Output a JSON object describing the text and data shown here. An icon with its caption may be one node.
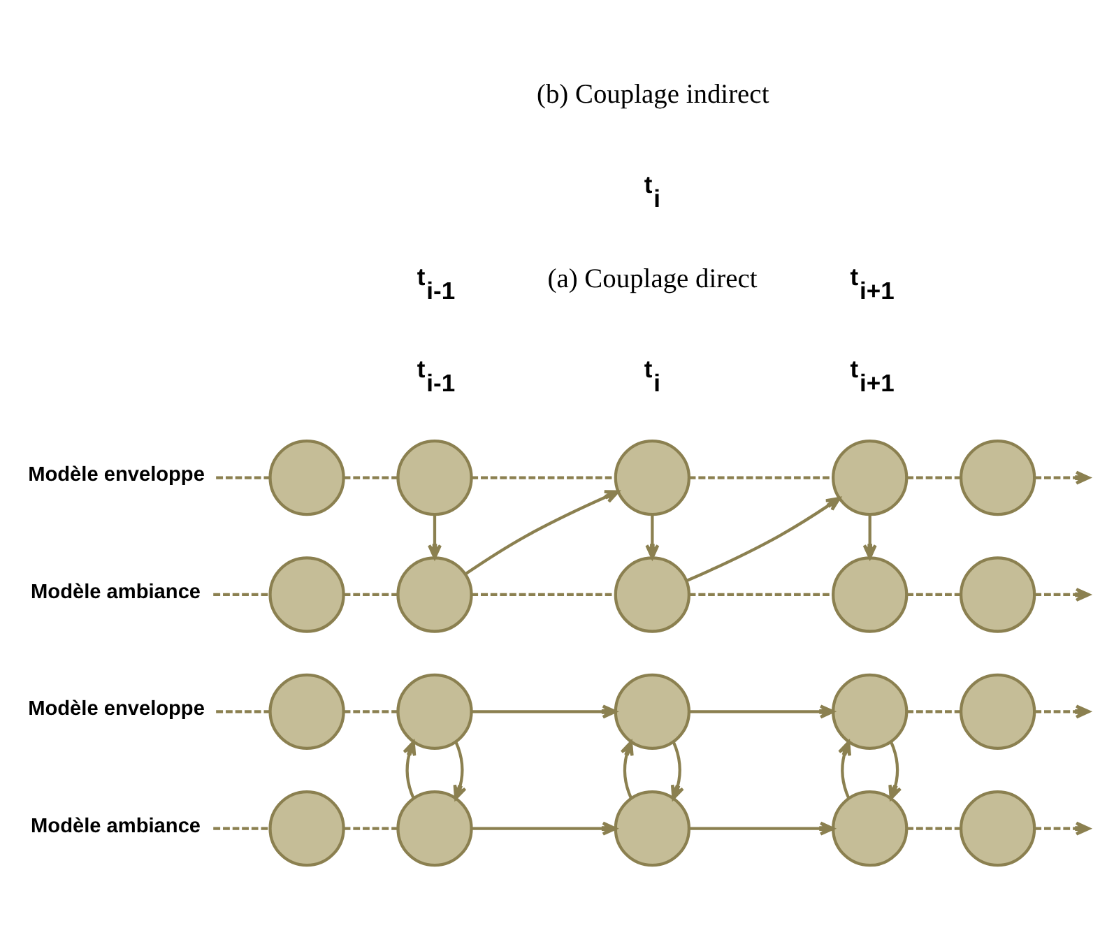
{
  "diagram": {
    "nodes": [
      {
        "text": [
          "Modèle ambiance"
        ]
      },
      {
        "text": [],
        "shape": "circle"
      },
      {
        "text": [],
        "shape": "circle"
      },
      {
        "text": [],
        "shape": "circle"
      },
      {
        "text": [],
        "shape": "circle"
      },
      {
        "text": [],
        "shape": "circle"
      },
      {
        "text": [
          "Modèle enveloppe"
        ]
      },
      {
        "text": [],
        "shape": "circle"
      },
      {
        "text": [],
        "shape": "circle"
      },
      {
        "text": [],
        "shape": "circle"
      },
      {
        "text": [],
        "shape": "circle"
      },
      {
        "text": [],
        "shape": "circle"
      },
      {
        "text": [
          "Modèle ambiance"
        ]
      },
      {
        "text": [],
        "shape": "circle"
      },
      {
        "text": [],
        "shape": "circle"
      },
      {
        "text": [],
        "shape": "circle"
      },
      {
        "text": [],
        "shape": "circle"
      },
      {
        "text": [],
        "shape": "circle"
      },
      {
        "text": [
          "Modèle enveloppe"
        ]
      },
      {
        "text": [],
        "shape": "circle"
      },
      {
        "text": [],
        "shape": "circle"
      },
      {
        "text": [],
        "shape": "circle"
      },
      {
        "text": [],
        "shape": "circle"
      },
      {
        "text": [],
        "shape": "circle"
      }
    ],
    "edges": [
      {
        "from": 0,
        "to": 1,
        "arrow": "none",
        "style": "dashed"
      },
      {
        "from": 1,
        "to": 2,
        "arrow": "none",
        "style": "dashed"
      },
      {
        "from": 2,
        "to": 3,
        "arrow": "to"
      },
      {
        "from": 3,
        "to": 4,
        "arrow": "to"
      },
      {
        "from": 4,
        "to": 5,
        "arrow": "none",
        "style": "dashed"
      },
      {
        "from": 5,
        "to": null,
        "arrow": "to",
        "style": "dashed"
      },
      {
        "from": 6,
        "to": 7,
        "arrow": "none",
        "style": "dashed"
      },
      {
        "from": 7,
        "to": 8,
        "arrow": "none",
        "style": "dashed"
      },
      {
        "from": 8,
        "to": 9,
        "arrow": "to"
      },
      {
        "from": 9,
        "to": 10,
        "arrow": "to"
      },
      {
        "from": 10,
        "to": 11,
        "arrow": "none",
        "style": "dashed"
      },
      {
        "from": 11,
        "to": null,
        "arrow": "to",
        "style": "dashed"
      },
      {
        "from": 8,
        "to": 2,
        "arrow": "to"
      },
      {
        "from": 2,
        "to": 8,
        "arrow": "to"
      },
      {
        "from": 9,
        "to": 3,
        "arrow": "to"
      },
      {
        "from": 3,
        "to": 9,
        "arrow": "to"
      },
      {
        "from": 10,
        "to": 4,
        "arrow": "to"
      },
      {
        "from": 4,
        "to": 10,
        "arrow": "to"
      },
      {
        "from": 12,
        "to": 13,
        "arrow": "none",
        "style": "dashed"
      },
      {
        "from": 13,
        "to": 14,
        "arrow": "none",
        "style": "dashed"
      },
      {
        "from": 14,
        "to": 15,
        "arrow": "none",
        "style": "dashed"
      },
      {
        "from": 15,
        "to": 16,
        "arrow": "none",
        "style": "dashed"
      },
      {
        "from": 16,
        "to": 17,
        "arrow": "none",
        "style": "dashed"
      },
      {
        "from": 17,
        "to": null,
        "arrow": "to",
        "style": "dashed"
      },
      {
        "from": 18,
        "to": 19,
        "arrow": "none",
        "style": "dashed"
      },
      {
        "from": 19,
        "to": 20,
        "arrow": "none",
        "style": "dashed"
      },
      {
        "from": 20,
        "to": 21,
        "arrow": "none",
        "style": "dashed"
      },
      {
        "from": 21,
        "to": 22,
        "arrow": "none",
        "style": "dashed"
      },
      {
        "from": 22,
        "to": 23,
        "arrow": "none",
        "style": "dashed"
      },
      {
        "from": 23,
        "to": null,
        "arrow": "to",
        "style": "dashed"
      },
      {
        "from": 20,
        "to": 14,
        "arrow": "to"
      },
      {
        "from": 14,
        "to": 21,
        "arrow": "to"
      },
      {
        "from": 21,
        "to": 15,
        "arrow": "to"
      },
      {
        "from": 15,
        "to": 22,
        "arrow": "to"
      },
      {
        "from": 22,
        "to": 16,
        "arrow": "to"
      }
    ],
    "labels": [
      "t$_{i-1}$",
      "t$_{i}$",
      "t$_{i+1}$",
      "(a) Couplage direct",
      "t$_{i-1}$",
      "t$_{i}$",
      "t$_{i+1}$",
      "(b) Couplage indirect"
    ]
  }
}
